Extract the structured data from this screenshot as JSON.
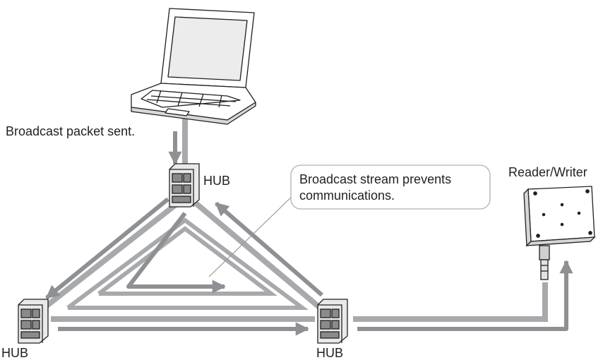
{
  "labels": {
    "broadcast_sent": "Broadcast packet sent.",
    "hub_top": "HUB",
    "hub_left": "HUB",
    "hub_right": "HUB",
    "reader_writer": "Reader/Writer"
  },
  "callout": {
    "line1": "Broadcast stream prevents",
    "line2": "communications."
  },
  "colors": {
    "cable": "#a7a9ac",
    "arrow": "#8e9093",
    "outline": "#231f20",
    "callout_border": "#b0b0b0",
    "device_fill": "#e9e9ea"
  },
  "icons": [
    "laptop-icon",
    "hub-icon",
    "reader-writer-icon"
  ]
}
